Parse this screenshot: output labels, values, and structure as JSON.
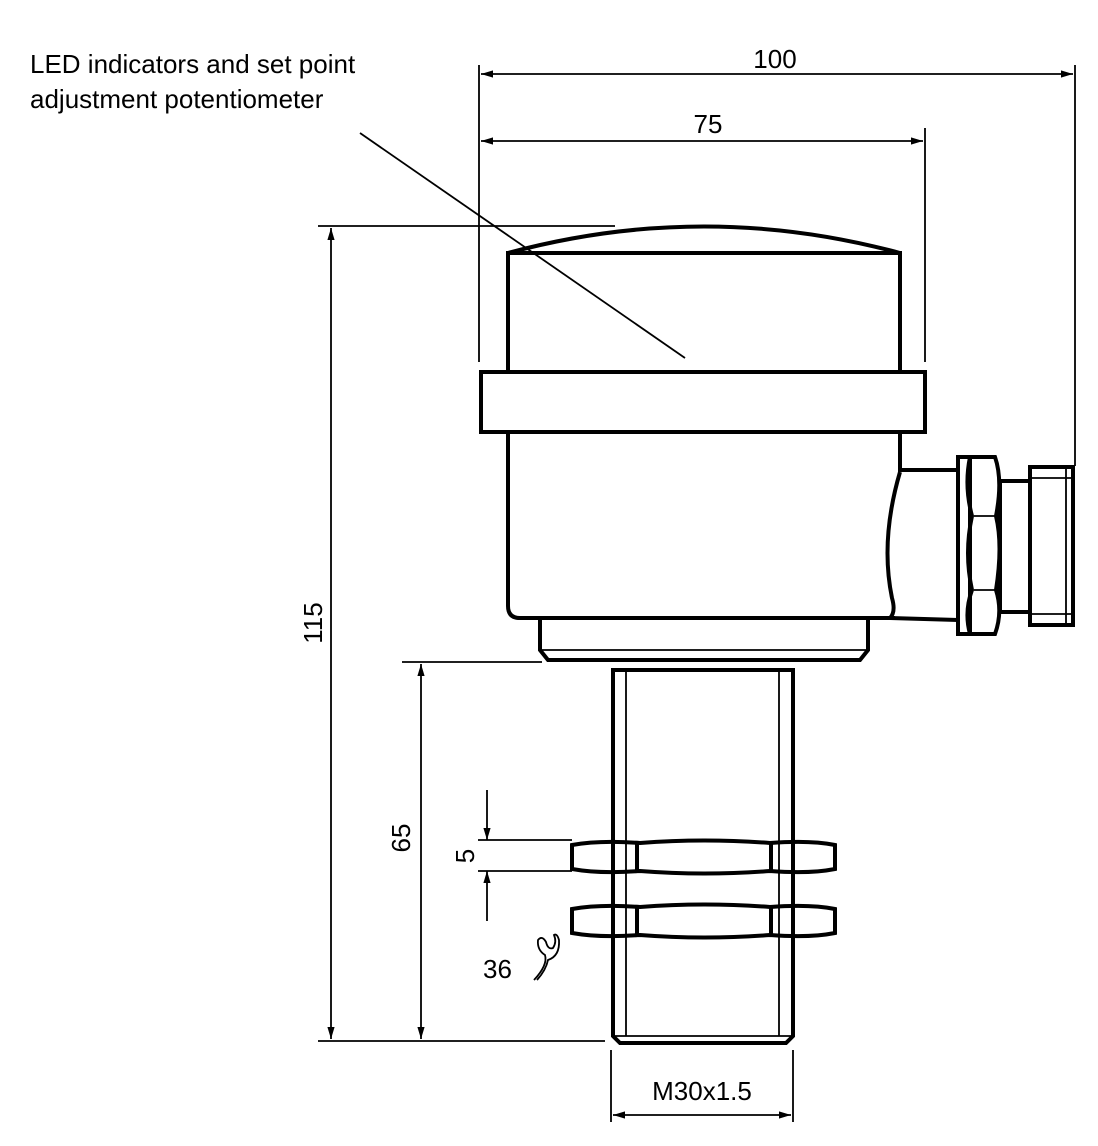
{
  "annotation": {
    "line1": "LED indicators and set point",
    "line2": "adjustment potentiometer"
  },
  "dimensions": {
    "overall_width": "100",
    "housing_width": "75",
    "overall_height": "115",
    "thread_length": "65",
    "nut_thickness": "5",
    "wrench_size": "36",
    "thread": "M30x1.5"
  },
  "icons": {
    "wrench": "wrench-icon"
  }
}
